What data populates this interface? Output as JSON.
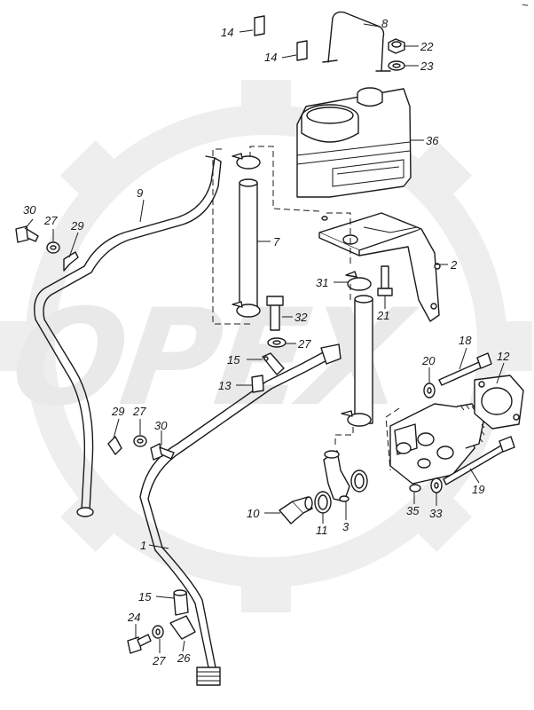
{
  "watermark": {
    "text": "OPEX"
  },
  "corner_mark": "~",
  "callouts": [
    {
      "id": "c8",
      "text": "8"
    },
    {
      "id": "c14a",
      "text": "14"
    },
    {
      "id": "c14b",
      "text": "14"
    },
    {
      "id": "c22",
      "text": "22"
    },
    {
      "id": "c23",
      "text": "23"
    },
    {
      "id": "c36",
      "text": "36"
    },
    {
      "id": "c9",
      "text": "9"
    },
    {
      "id": "c30a",
      "text": "30"
    },
    {
      "id": "c27a",
      "text": "27"
    },
    {
      "id": "c29a",
      "text": "29"
    },
    {
      "id": "c7",
      "text": "7"
    },
    {
      "id": "c2",
      "text": "2"
    },
    {
      "id": "c31",
      "text": "31"
    },
    {
      "id": "c21",
      "text": "21"
    },
    {
      "id": "c32",
      "text": "32"
    },
    {
      "id": "c27b",
      "text": "27"
    },
    {
      "id": "c15a",
      "text": "15"
    },
    {
      "id": "c18",
      "text": "18"
    },
    {
      "id": "c12",
      "text": "12"
    },
    {
      "id": "c20",
      "text": "20"
    },
    {
      "id": "c13",
      "text": "13"
    },
    {
      "id": "c29b",
      "text": "29"
    },
    {
      "id": "c27c",
      "text": "27"
    },
    {
      "id": "c30b",
      "text": "30"
    },
    {
      "id": "c19",
      "text": "19"
    },
    {
      "id": "c10",
      "text": "10"
    },
    {
      "id": "c11",
      "text": "11"
    },
    {
      "id": "c3",
      "text": "3"
    },
    {
      "id": "c35",
      "text": "35"
    },
    {
      "id": "c33",
      "text": "33"
    },
    {
      "id": "c1",
      "text": "1"
    },
    {
      "id": "c15b",
      "text": "15"
    },
    {
      "id": "c24",
      "text": "24"
    },
    {
      "id": "c27d",
      "text": "27"
    },
    {
      "id": "c26",
      "text": "26"
    }
  ]
}
